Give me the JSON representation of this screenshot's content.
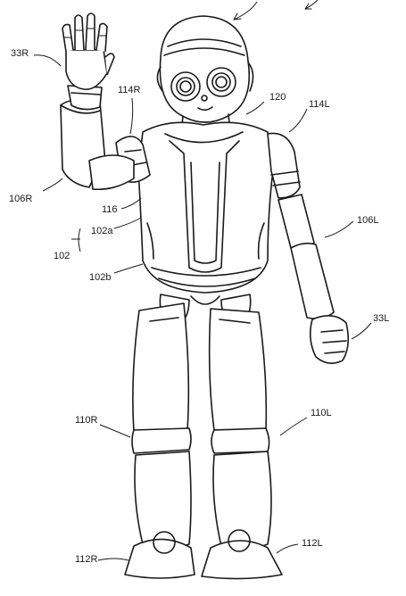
{
  "labels": {
    "hand_right": "33R",
    "shoulder_right": "114R",
    "head": "120",
    "shoulder_left": "114L",
    "forearm_right": "106R",
    "torso_joint": "116",
    "torso_upper": "102a",
    "torso": "102",
    "torso_lower": "102b",
    "forearm_left": "106L",
    "hand_left": "33L",
    "knee_right": "110R",
    "knee_left": "110L",
    "foot_right": "112R",
    "foot_left": "112L"
  },
  "colors": {
    "line": "#1a1a1a",
    "background": "#ffffff"
  }
}
